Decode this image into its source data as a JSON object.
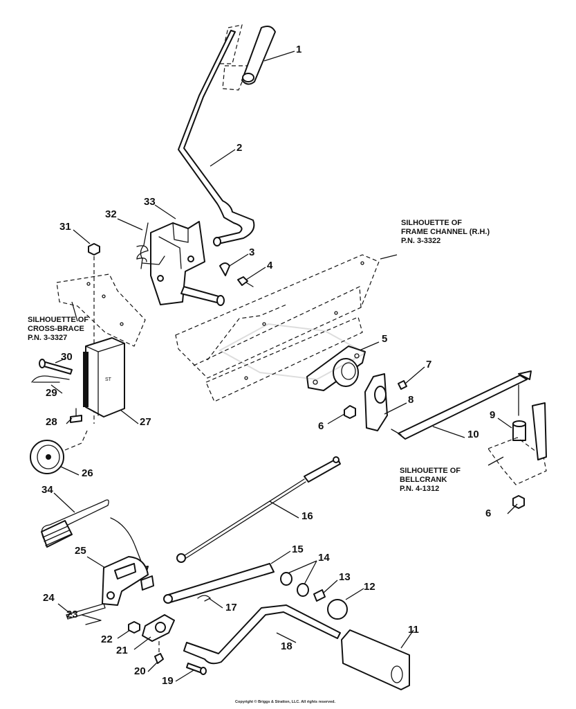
{
  "callouts": [
    {
      "id": "1",
      "label": "1"
    },
    {
      "id": "2",
      "label": "2"
    },
    {
      "id": "3",
      "label": "3"
    },
    {
      "id": "4",
      "label": "4"
    },
    {
      "id": "5",
      "label": "5"
    },
    {
      "id": "6a",
      "label": "6"
    },
    {
      "id": "6b",
      "label": "6"
    },
    {
      "id": "7",
      "label": "7"
    },
    {
      "id": "8",
      "label": "8"
    },
    {
      "id": "9",
      "label": "9"
    },
    {
      "id": "10",
      "label": "10"
    },
    {
      "id": "11",
      "label": "11"
    },
    {
      "id": "12",
      "label": "12"
    },
    {
      "id": "13",
      "label": "13"
    },
    {
      "id": "14",
      "label": "14"
    },
    {
      "id": "15",
      "label": "15"
    },
    {
      "id": "16",
      "label": "16"
    },
    {
      "id": "17",
      "label": "17"
    },
    {
      "id": "18",
      "label": "18"
    },
    {
      "id": "19",
      "label": "19"
    },
    {
      "id": "20",
      "label": "20"
    },
    {
      "id": "21",
      "label": "21"
    },
    {
      "id": "22",
      "label": "22"
    },
    {
      "id": "23",
      "label": "23"
    },
    {
      "id": "24",
      "label": "24"
    },
    {
      "id": "25",
      "label": "25"
    },
    {
      "id": "26",
      "label": "26"
    },
    {
      "id": "27",
      "label": "27"
    },
    {
      "id": "28",
      "label": "28"
    },
    {
      "id": "29",
      "label": "29"
    },
    {
      "id": "30",
      "label": "30"
    },
    {
      "id": "31",
      "label": "31"
    },
    {
      "id": "32",
      "label": "32"
    },
    {
      "id": "33",
      "label": "33"
    },
    {
      "id": "34",
      "label": "34"
    }
  ],
  "notes": {
    "frame_channel": "SILHOUETTE OF\nFRAME CHANNEL (R.H.)\nP.N. 3-3322",
    "cross_brace": "SILHOUETTE OF\nCROSS-BRACE\nP.N. 3-3327",
    "bellcrank": "SILHOUETTE OF\nBELLCRANK\nP.N. 4-1312"
  },
  "copyright": "Copyright © Briggs & Stratton, LLC. All rights reserved."
}
